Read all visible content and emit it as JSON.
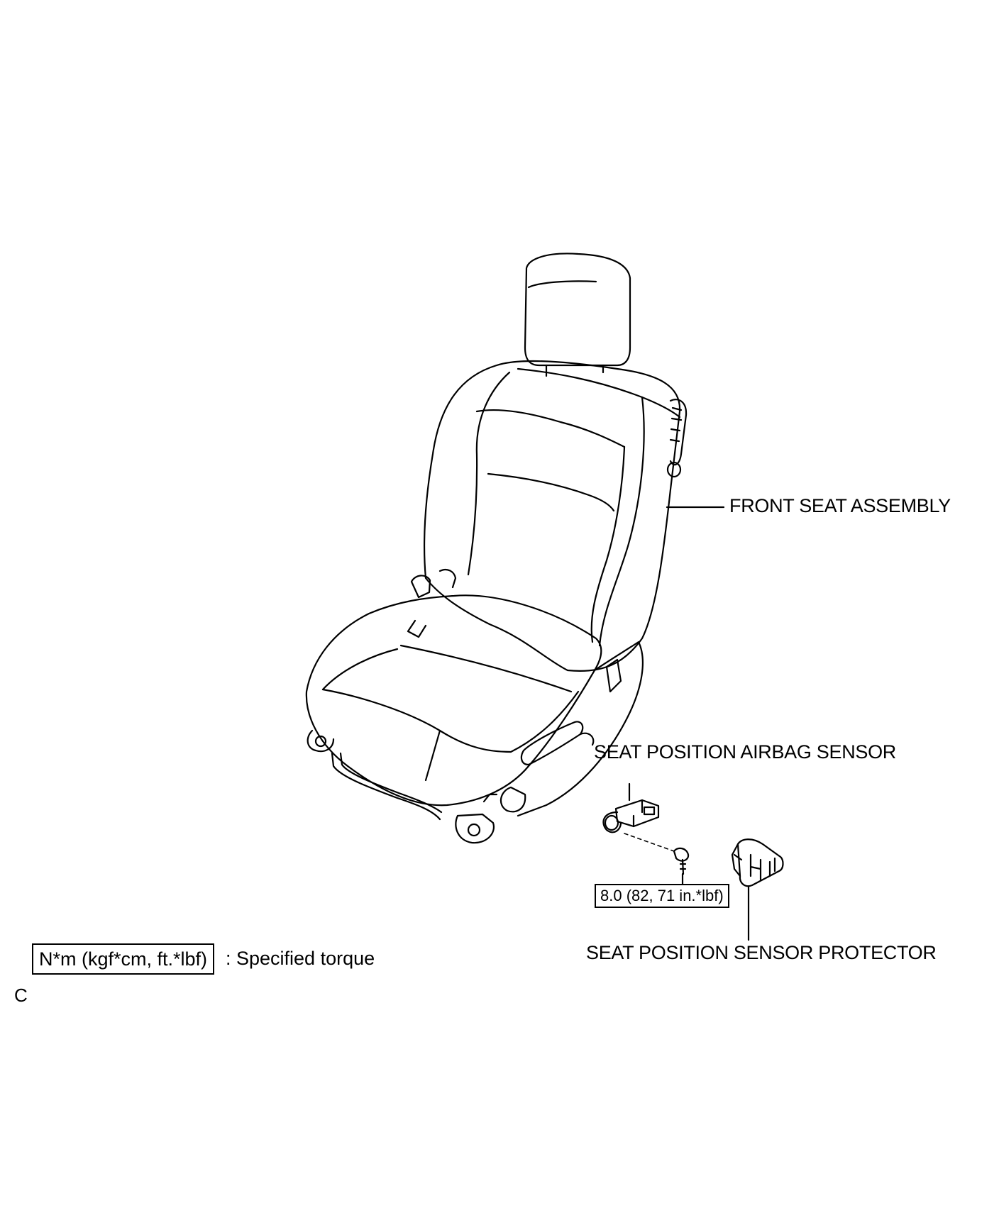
{
  "labels": {
    "front_seat": "FRONT SEAT ASSEMBLY",
    "airbag_sensor": "SEAT POSITION AIRBAG SENSOR",
    "protector": "SEAT POSITION SENSOR PROTECTOR",
    "torque_value": "8.0 (82, 71 in.*lbf)"
  },
  "legend": {
    "box_text": "N*m (kgf*cm, ft.*lbf)",
    "description": ": Specified torque"
  },
  "figure_code": "C"
}
